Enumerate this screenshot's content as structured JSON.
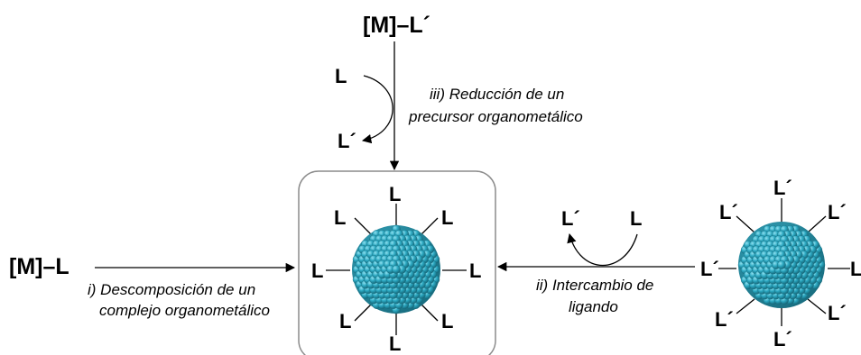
{
  "colors": {
    "nanoparticle": "#2ba7c0",
    "nanoparticle_dark": "#1a7f95",
    "nanoparticle_light": "#5cc5da",
    "line": "#000000",
    "box_border": "#8c8c8c"
  },
  "top_precursor": {
    "label": "[M]–L´"
  },
  "top_exchange": {
    "incoming": "L",
    "outgoing": "L´"
  },
  "route_iii": {
    "line1": "iii) Reducción de un",
    "line2": "precursor organometálico"
  },
  "left_precursor": {
    "label": "[M]–L"
  },
  "route_i": {
    "line1": "i) Descomposición de un",
    "line2": "complejo organometálico"
  },
  "right_exchange": {
    "outgoing": "L´",
    "incoming": "L"
  },
  "route_ii": {
    "line1": "ii) Intercambio de",
    "line2": "ligando"
  },
  "center_nanoparticle": {
    "ligands": [
      "L",
      "L",
      "L",
      "L",
      "L",
      "L",
      "L",
      "L"
    ]
  },
  "right_nanoparticle": {
    "ligands": [
      "L´",
      "L´",
      "L´",
      "L",
      "L´",
      "L´",
      "L´",
      "L´"
    ]
  }
}
